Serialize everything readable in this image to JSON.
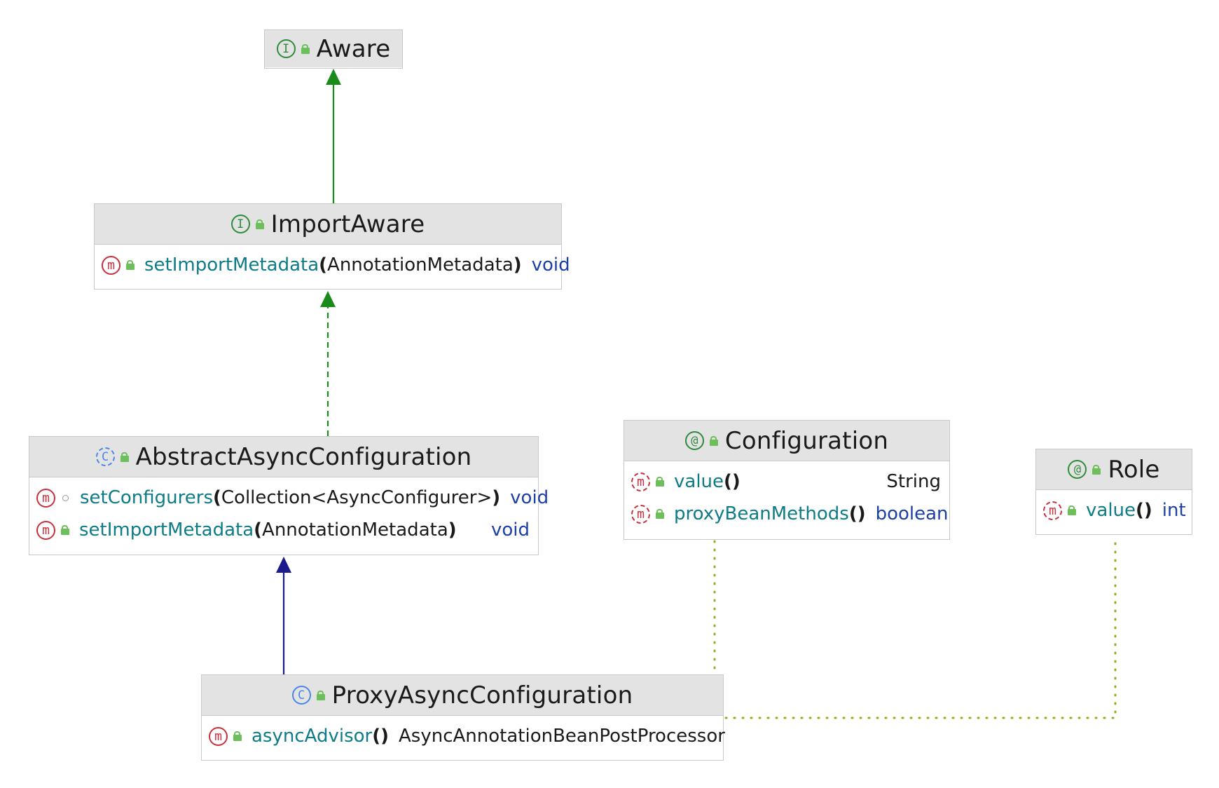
{
  "nodes": {
    "aware": {
      "kind": "interface",
      "kind_icon": "I",
      "title": "Aware",
      "methods": []
    },
    "import_aware": {
      "kind": "interface",
      "kind_icon": "I",
      "title": "ImportAware",
      "methods": [
        {
          "name": "setImportMetadata",
          "params": "AnnotationMetadata",
          "return": "void",
          "return_kind": "keyword",
          "visibility": "public"
        }
      ]
    },
    "abstract_async": {
      "kind": "abstract-class",
      "kind_icon": "C",
      "title": "AbstractAsyncConfiguration",
      "methods": [
        {
          "name": "setConfigurers",
          "params": "Collection<AsyncConfigurer>",
          "return": "void",
          "return_kind": "keyword",
          "visibility": "package"
        },
        {
          "name": "setImportMetadata",
          "params": "AnnotationMetadata",
          "return": "void",
          "return_kind": "keyword",
          "visibility": "public"
        }
      ]
    },
    "configuration": {
      "kind": "annotation",
      "kind_icon": "@",
      "title": "Configuration",
      "methods": [
        {
          "name": "value",
          "params": "",
          "return": "String",
          "return_kind": "type",
          "visibility": "public"
        },
        {
          "name": "proxyBeanMethods",
          "params": "",
          "return": "boolean",
          "return_kind": "keyword",
          "visibility": "public"
        }
      ]
    },
    "role": {
      "kind": "annotation",
      "kind_icon": "@",
      "title": "Role",
      "methods": [
        {
          "name": "value",
          "params": "",
          "return": "int",
          "return_kind": "keyword",
          "visibility": "public"
        }
      ]
    },
    "proxy_async": {
      "kind": "class",
      "kind_icon": "C",
      "title": "ProxyAsyncConfiguration",
      "methods": [
        {
          "name": "asyncAdvisor",
          "params": "",
          "return": "AsyncAnnotationBeanPostProcessor",
          "return_kind": "type",
          "visibility": "public"
        }
      ]
    }
  },
  "method_icon": "m",
  "edges": [
    {
      "from": "import_aware",
      "to": "aware",
      "relation": "extends",
      "style": "solid",
      "color": "#1a8a1a"
    },
    {
      "from": "abstract_async",
      "to": "import_aware",
      "relation": "implements",
      "style": "dashed",
      "color": "#1a8a1a"
    },
    {
      "from": "proxy_async",
      "to": "abstract_async",
      "relation": "extends",
      "style": "solid",
      "color": "#1a1a8c"
    },
    {
      "from": "proxy_async",
      "to": "configuration",
      "relation": "annotated-with",
      "style": "dotted",
      "color": "#8fb020"
    },
    {
      "from": "proxy_async",
      "to": "role",
      "relation": "annotated-with",
      "style": "dotted",
      "color": "#8fb020"
    }
  ]
}
